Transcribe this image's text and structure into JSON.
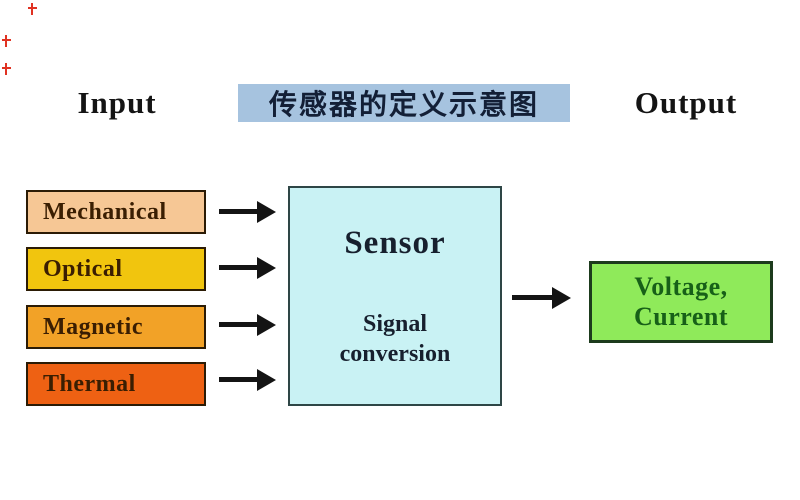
{
  "title": {
    "text": "传感器的定义示意图"
  },
  "headings": {
    "input": "Input",
    "output": "Output"
  },
  "inputs": [
    {
      "label": "Mechanical",
      "fill": "#f6c795"
    },
    {
      "label": "Optical",
      "fill": "#f1c50e"
    },
    {
      "label": "Magnetic",
      "fill": "#f2a227"
    },
    {
      "label": "Thermal",
      "fill": "#ee6113"
    }
  ],
  "sensor": {
    "title": "Sensor",
    "subtitle_line1": "Signal",
    "subtitle_line2": "conversion",
    "fill": "#c9f2f4"
  },
  "output_box": {
    "line1": "Voltage,",
    "line2": "Current",
    "fill": "#8fea5a"
  },
  "colors": {
    "title_bg": "#a6c3df",
    "title_text": "#131f36",
    "heading_text": "#141414",
    "input_text": "#3a1e02",
    "input_border": "#2b1b05",
    "sensor_text": "#17202e",
    "sensor_border": "#2e4646",
    "output_text": "#176018",
    "output_border": "#1d3b1d",
    "arrow": "#141414",
    "watermark_red": "#e03222",
    "background": "#ffffff"
  }
}
